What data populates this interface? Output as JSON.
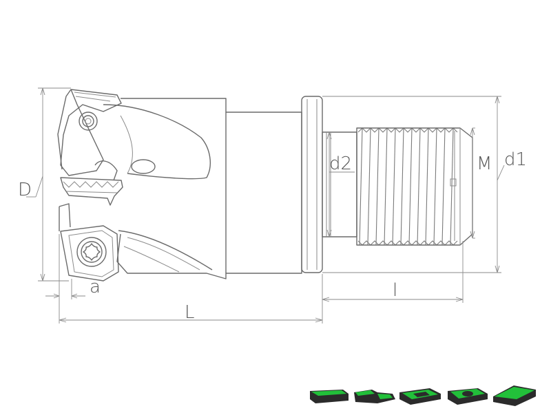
{
  "labels": {
    "D": "D",
    "a": "a",
    "L": "L",
    "d2": "d2",
    "M": "M",
    "d1": "d1",
    "l": "l"
  },
  "colors": {
    "outline": "#6a6a6a",
    "dimension": "#8a8a8a",
    "label": "#555555",
    "insert_body": "#2b2b2b",
    "insert_highlight": "#22c03a"
  },
  "insert_icons": [
    {
      "name": "insert-icon-flat"
    },
    {
      "name": "insert-icon-stepped"
    },
    {
      "name": "insert-icon-square"
    },
    {
      "name": "insert-icon-round-hole"
    },
    {
      "name": "insert-icon-wedge"
    }
  ]
}
